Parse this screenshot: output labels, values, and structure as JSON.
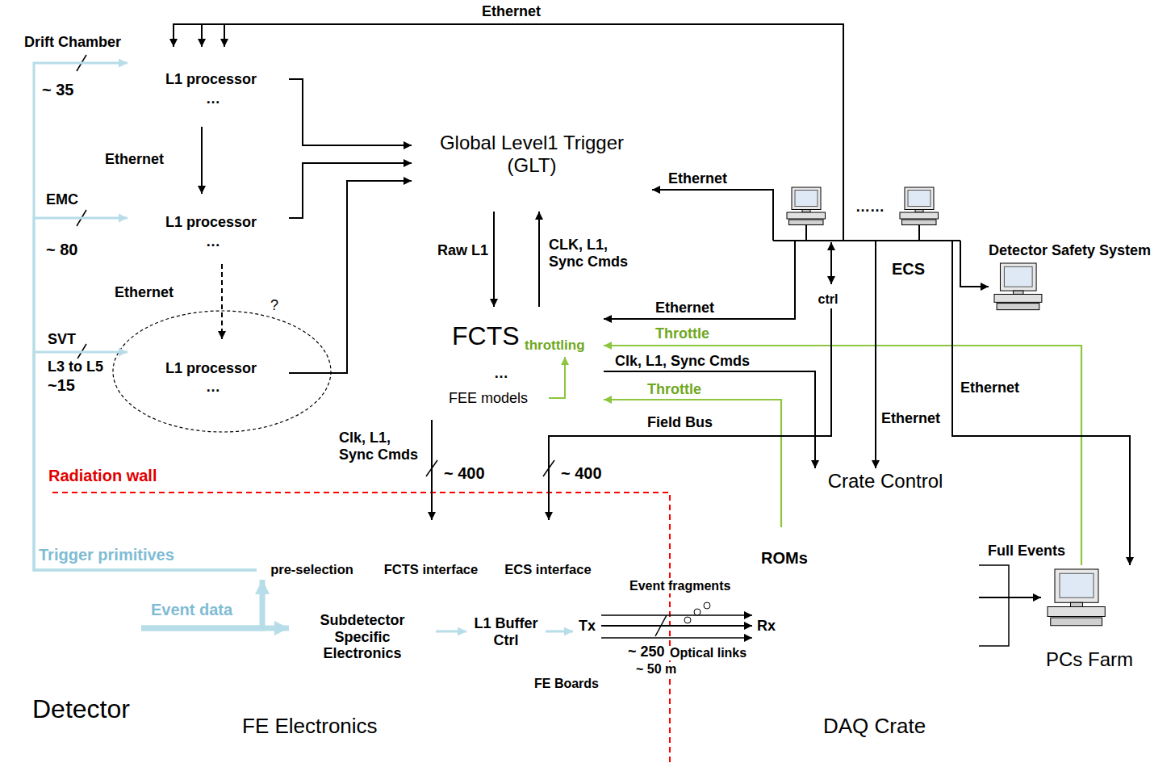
{
  "diagram": {
    "nodes": [
      {
        "text": [
          "L1 processor",
          "…"
        ]
      },
      {
        "text": [
          "L1 processor",
          "…"
        ]
      },
      {
        "text": [
          "L1 processor",
          "…"
        ]
      },
      {
        "text": [
          "Global Level1 Trigger (GLT)"
        ]
      },
      {
        "text": [
          "FCTS",
          "throttling",
          "…"
        ]
      },
      {
        "text": [
          "FEE models"
        ],
        "in": 4
      },
      {
        "text": [
          "ECS"
        ]
      },
      {
        "text": [
          "ctrl"
        ],
        "in": 6
      },
      {
        "text": [
          "FE Electronics"
        ]
      },
      {
        "text": [
          "FE Boards"
        ],
        "in": 8
      },
      {
        "text": [
          "pre-selection"
        ],
        "in": 9
      },
      {
        "text": [
          "FCTS interface"
        ],
        "in": 9
      },
      {
        "text": [
          "ECS interface"
        ],
        "in": 9
      },
      {
        "text": [
          "Subdetector Specific Electronics"
        ],
        "in": 9
      },
      {
        "text": [
          "L1 Buffer Ctrl"
        ],
        "in": 9
      },
      {
        "text": [
          "Tx"
        ],
        "in": 9
      },
      {
        "text": [
          "DAQ Crate"
        ]
      },
      {
        "text": [
          "Crate Control"
        ],
        "in": 16
      },
      {
        "text": [
          "ROMs"
        ],
        "in": 16
      },
      {
        "text": [
          "Rx"
        ],
        "in": 18
      },
      {
        "text": [
          "Detector"
        ]
      },
      {
        "text": [
          "PCs Farm"
        ]
      },
      {
        "text": [
          "Detector Safety System"
        ]
      }
    ],
    "edges": [
      {
        "from": 10,
        "to": 0,
        "arrow": "to",
        "label": "Trigger primitives"
      },
      {
        "from": 10,
        "to": 1,
        "arrow": "to"
      },
      {
        "from": 10,
        "to": 2,
        "arrow": "to"
      },
      {
        "from": 20,
        "to": 13,
        "arrow": "to",
        "label": "Event data"
      },
      {
        "from": 20,
        "to": 10,
        "arrow": "to"
      },
      {
        "from": 13,
        "to": 14,
        "arrow": "to"
      },
      {
        "from": 14,
        "to": 15,
        "arrow": "to"
      },
      {
        "from": 0,
        "to": 3,
        "arrow": "to"
      },
      {
        "from": 1,
        "to": 3,
        "arrow": "to"
      },
      {
        "from": 2,
        "to": 3,
        "arrow": "to"
      },
      {
        "from": 6,
        "to": 0,
        "arrow": "to",
        "label": "Ethernet"
      },
      {
        "from": 0,
        "to": 1,
        "arrow": "to",
        "label": "Ethernet"
      },
      {
        "from": 1,
        "to": 2,
        "arrow": "to",
        "label": "Ethernet"
      },
      {
        "from": 3,
        "to": 4,
        "arrow": "to",
        "label": "Raw L1"
      },
      {
        "from": 4,
        "to": 3,
        "arrow": "to",
        "label": "CLK, L1, Sync Cmds"
      },
      {
        "from": 6,
        "to": 3,
        "arrow": "to",
        "label": "Ethernet"
      },
      {
        "from": 6,
        "to": 4,
        "arrow": "to",
        "label": "Ethernet"
      },
      {
        "from": 18,
        "to": 4,
        "arrow": "to",
        "label": "Throttle"
      },
      {
        "from": 21,
        "to": 4,
        "arrow": "to",
        "label": "Throttle"
      },
      {
        "from": 6,
        "to": 21,
        "arrow": "to",
        "label": "Ethernet"
      },
      {
        "from": 6,
        "to": 22,
        "arrow": "to"
      },
      {
        "from": 4,
        "to": 9,
        "arrow": "to",
        "label": "Clk, L1, Sync Cmds"
      },
      {
        "from": 7,
        "to": 9,
        "arrow": "to",
        "label": "Field Bus"
      },
      {
        "from": 4,
        "to": 17,
        "arrow": "to",
        "label": "Clk, L1, Sync Cmds"
      },
      {
        "from": 6,
        "to": 17,
        "arrow": "to",
        "label": "Ethernet"
      },
      {
        "from": 15,
        "to": 19,
        "arrow": "to",
        "label": "Event fragments"
      },
      {
        "from": 18,
        "to": 21,
        "arrow": "to",
        "label": "Full Events"
      }
    ],
    "labels": [
      "Drift Chamber",
      "~ 35",
      "EMC",
      "~ 80",
      "SVT",
      "L3 to L5",
      "~15",
      "?",
      "Radiation wall",
      "~ 400",
      "~ 400",
      "~ 250",
      "Optical links",
      "~ 50 m",
      "……"
    ]
  }
}
